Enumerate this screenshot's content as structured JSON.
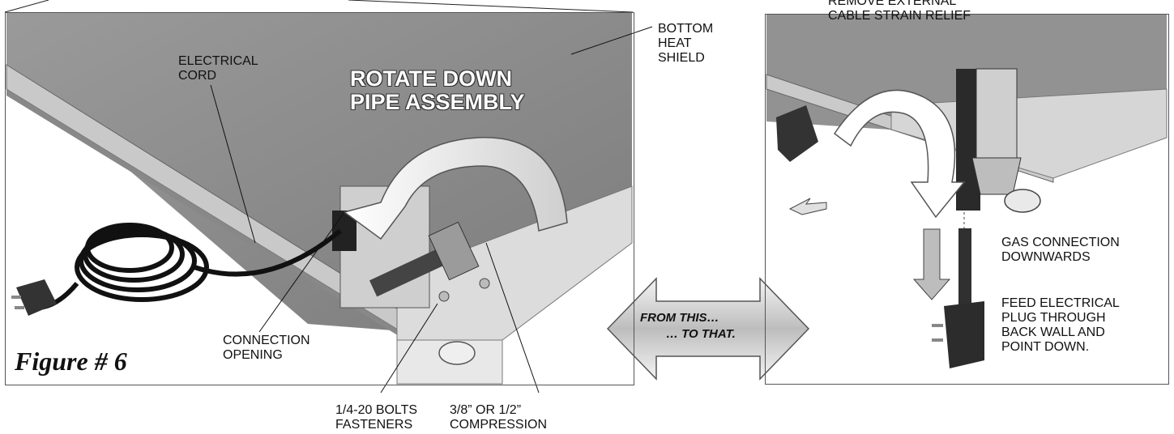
{
  "figure_label": "Figure # 6",
  "left": {
    "labels": {
      "electrical_cord": "ELECTRICAL\nCORD",
      "rotate_down": "ROTATE DOWN\nPIPE ASSEMBLY",
      "bottom_heat_shield": "BOTTOM\nHEAT\nSHIELD",
      "connection_opening": "CONNECTION\nOPENING",
      "bolts_fasteners": "1/4-20 BOLTS\nFASTENERS",
      "compression": "3/8” OR 1/2”\nCOMPRESSION"
    }
  },
  "transition": {
    "line1": "FROM THIS…",
    "line2": "… TO THAT."
  },
  "right": {
    "labels": {
      "remove_strain_relief": "REMOVE EXTERNAL\nCABLE STRAIN RELIEF",
      "gas_connection": "GAS CONNECTION\nDOWNWARDS",
      "feed_plug": "FEED ELECTRICAL\nPLUG THROUGH\nBACK WALL AND\nPOINT DOWN."
    }
  },
  "colors": {
    "shield_gray": "#8e8e8e",
    "frame_light": "#d9d9d9",
    "arrow_light": "#e6e6e6"
  }
}
